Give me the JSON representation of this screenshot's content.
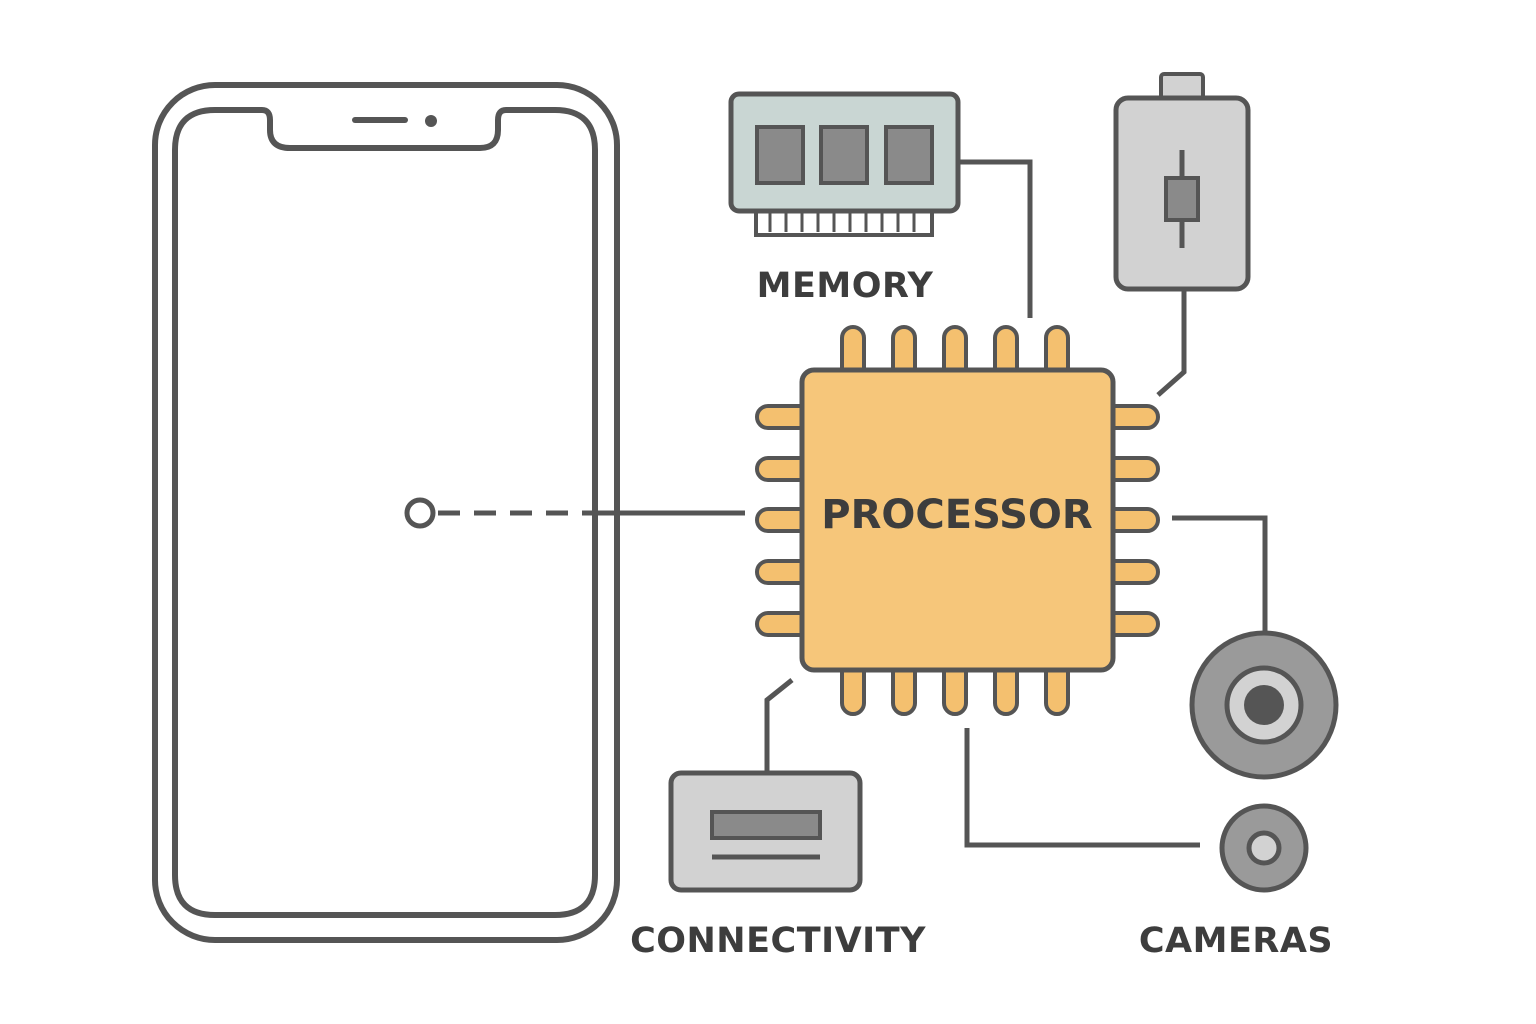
{
  "labels": {
    "processor": "PROCESSOR",
    "memory": "MEMORY",
    "connectivity": "CONNECTIVITY",
    "cameras": "CAMERAS"
  },
  "icons": {
    "phone": "smartphone-outline-icon",
    "memory": "ram-module-icon",
    "battery": "battery-icon",
    "processor": "cpu-chip-icon",
    "connectivity": "port-connector-icon",
    "camera_large": "camera-lens-icon",
    "camera_small": "camera-lens-small-icon"
  },
  "colors": {
    "outline": "#555555",
    "chip_fill": "#f6c67a",
    "pin_fill": "#f4c06f",
    "memory_fill": "#c9d6d3",
    "component_fill": "#d2d2d2",
    "text": "#3d3d3d"
  }
}
